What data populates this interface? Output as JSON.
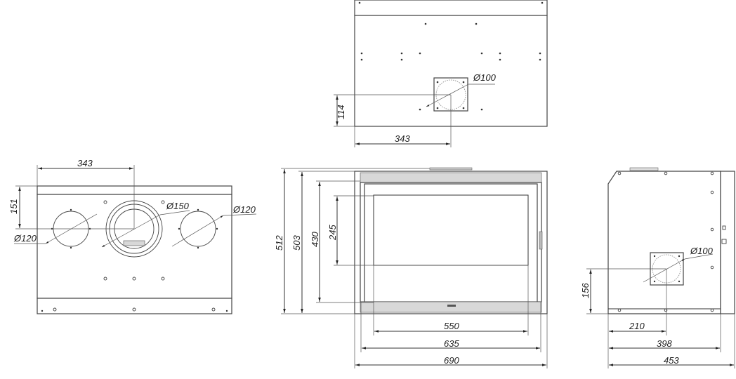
{
  "drawing": {
    "title": "Fireplace insert dimensional drawing",
    "units": "mm",
    "views": {
      "top_view": {
        "outlet_diameter": "Ø100",
        "dim_offset_x": "343",
        "dim_offset_y": "114"
      },
      "rear_view": {
        "center_outlet_diameter": "Ø150",
        "left_outlet_diameter": "Ø120",
        "right_outlet_diameter": "Ø120",
        "dim_offset_x": "343",
        "dim_offset_y": "151"
      },
      "front_view": {
        "dim_total_height": "512",
        "dim_body_height": "503",
        "dim_glass_height": "430",
        "dim_inner_height": "245",
        "dim_glass_width": "550",
        "dim_body_width": "635",
        "dim_total_width": "690"
      },
      "side_view": {
        "outlet_diameter": "Ø100",
        "dim_outlet_height": "156",
        "dim_outlet_offset": "210",
        "dim_body_depth": "398",
        "dim_total_depth": "453"
      }
    }
  }
}
